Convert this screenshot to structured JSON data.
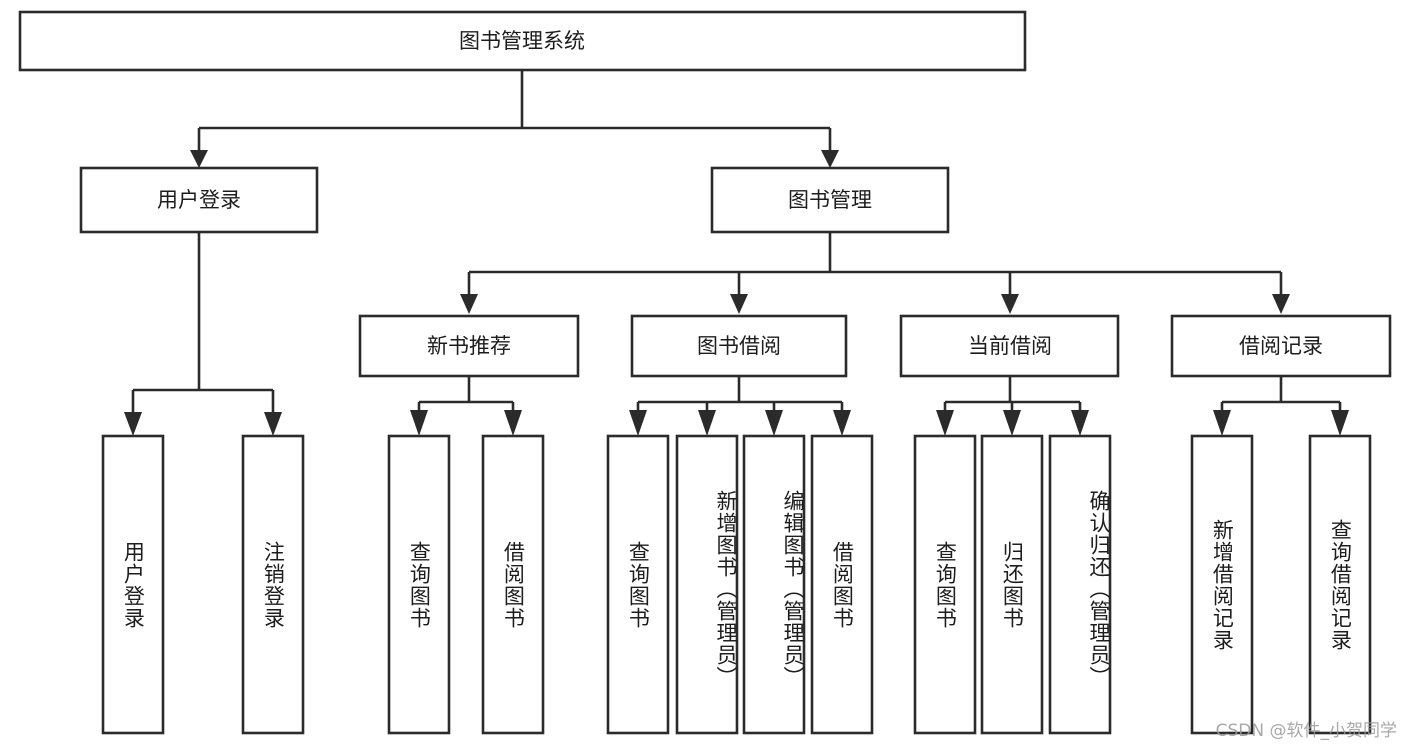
{
  "diagram": {
    "title": "图书管理系统",
    "type": "tree-hierarchy-diagram",
    "watermark": "CSDN @软件_小贺同学",
    "colors": {
      "stroke": "#2b2b2b",
      "fill": "#ffffff",
      "text": "#1d1d1d",
      "watermark": "#9a9a9a"
    },
    "root": {
      "id": "root",
      "label": "图书管理系统",
      "orientation": "horizontal"
    },
    "level2": [
      {
        "id": "user-login",
        "label": "用户登录",
        "orientation": "horizontal"
      },
      {
        "id": "book-management",
        "label": "图书管理",
        "orientation": "horizontal"
      }
    ],
    "level3": [
      {
        "id": "new-book-recommend",
        "label": "新书推荐",
        "orientation": "horizontal",
        "parent": "book-management"
      },
      {
        "id": "book-borrow",
        "label": "图书借阅",
        "orientation": "horizontal",
        "parent": "book-management"
      },
      {
        "id": "current-borrow",
        "label": "当前借阅",
        "orientation": "horizontal",
        "parent": "book-management"
      },
      {
        "id": "borrow-record",
        "label": "借阅记录",
        "orientation": "horizontal",
        "parent": "book-management"
      }
    ],
    "leaves": [
      {
        "id": "leaf-user-login",
        "label": "用户登录",
        "orientation": "vertical",
        "parent": "user-login"
      },
      {
        "id": "leaf-logout-login",
        "label": "注销登录",
        "orientation": "vertical",
        "parent": "user-login"
      },
      {
        "id": "leaf-query-book-1",
        "label": "查询图书",
        "orientation": "vertical",
        "parent": "new-book-recommend"
      },
      {
        "id": "leaf-borrow-book-1",
        "label": "借阅图书",
        "orientation": "vertical",
        "parent": "new-book-recommend"
      },
      {
        "id": "leaf-query-book-2",
        "label": "查询图书",
        "orientation": "vertical",
        "parent": "book-borrow"
      },
      {
        "id": "leaf-add-book",
        "label": "新增图书（管理员）",
        "orientation": "vertical",
        "parent": "book-borrow"
      },
      {
        "id": "leaf-edit-book",
        "label": "编辑图书（管理员）",
        "orientation": "vertical",
        "parent": "book-borrow"
      },
      {
        "id": "leaf-borrow-book-2",
        "label": "借阅图书",
        "orientation": "vertical",
        "parent": "book-borrow"
      },
      {
        "id": "leaf-query-book-3",
        "label": "查询图书",
        "orientation": "vertical",
        "parent": "current-borrow"
      },
      {
        "id": "leaf-return-book",
        "label": "归还图书",
        "orientation": "vertical",
        "parent": "current-borrow"
      },
      {
        "id": "leaf-confirm-return",
        "label": "确认归还（管理员）",
        "orientation": "vertical",
        "parent": "current-borrow"
      },
      {
        "id": "leaf-add-record",
        "label": "新增借阅记录",
        "orientation": "vertical",
        "parent": "borrow-record"
      },
      {
        "id": "leaf-query-record",
        "label": "查询借阅记录",
        "orientation": "vertical",
        "parent": "borrow-record"
      }
    ]
  }
}
